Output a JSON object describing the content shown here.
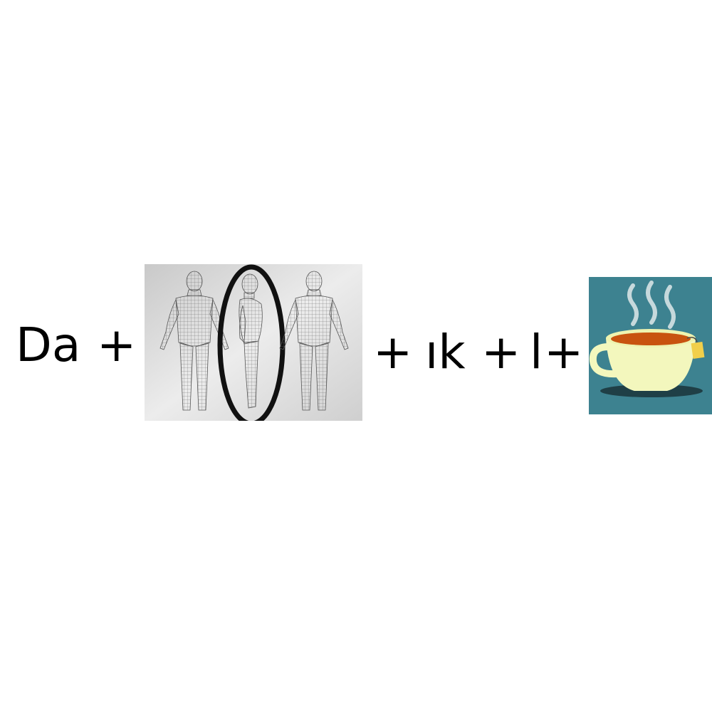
{
  "rebus": {
    "part1": "Da",
    "plus_1": "+",
    "plus_2": "+",
    "part2": "ık",
    "plus_3": "+",
    "part3": "l",
    "plus_4": "+"
  },
  "images": {
    "body_model": {
      "icon": "human-body-wireframe-icon",
      "highlight": "side-view-circled",
      "background": "#d9d9d9",
      "circle_color": "#111111"
    },
    "tea_cup": {
      "icon": "tea-cup-icon",
      "background": "#3d8290",
      "cup_color": "#f3f7bd",
      "tea_color": "#c8530f",
      "tag_color": "#f1cf4a"
    }
  }
}
